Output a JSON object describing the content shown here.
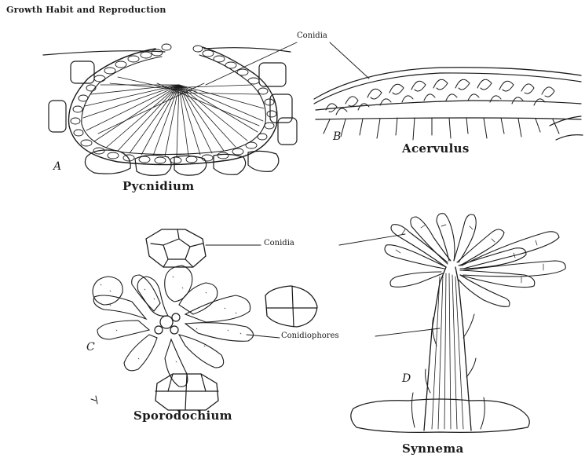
{
  "header": {
    "title": "Growth Habit and Reproduction"
  },
  "labels": {
    "conidia_top": "Conidia",
    "conidia_mid": "Conidia",
    "conidiophores": "Conidiophores",
    "pycnidium": "Pycnidium",
    "acervulus": "Acervulus",
    "sporodochium": "Sporodochium",
    "synnema": "Synnema",
    "letter_a": "A",
    "letter_b": "B",
    "letter_c": "C",
    "letter_d": "D"
  },
  "colors": {
    "ink": "#1a1a1a",
    "paper": "#ffffff"
  }
}
